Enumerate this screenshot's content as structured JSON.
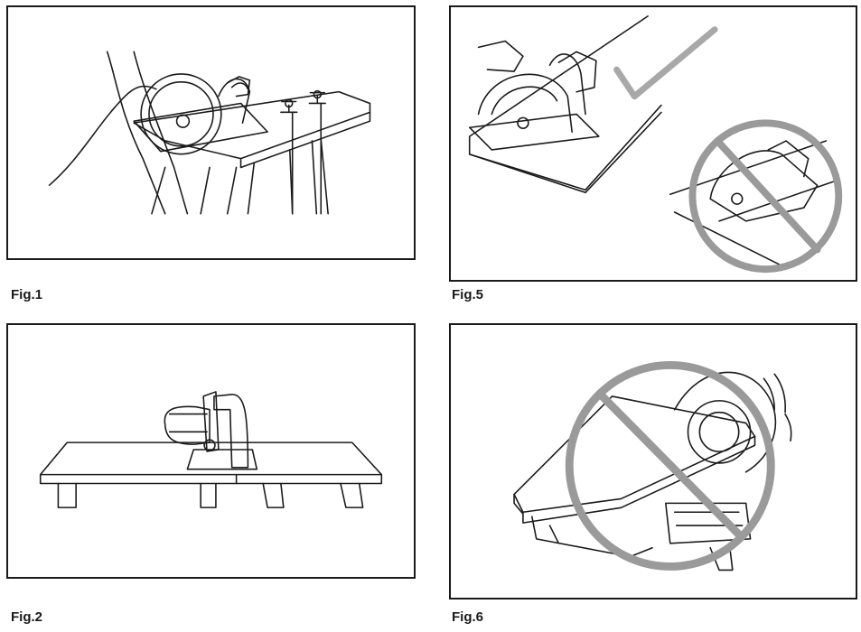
{
  "figures": [
    {
      "id": "fig1",
      "caption": "Fig.1"
    },
    {
      "id": "fig5",
      "caption": "Fig.5"
    },
    {
      "id": "fig2",
      "caption": "Fig.2"
    },
    {
      "id": "fig6",
      "caption": "Fig.6"
    }
  ],
  "colors": {
    "line": "#1a1a1a",
    "prohibit": "#9a9a9a",
    "check": "#a8a8a8"
  }
}
